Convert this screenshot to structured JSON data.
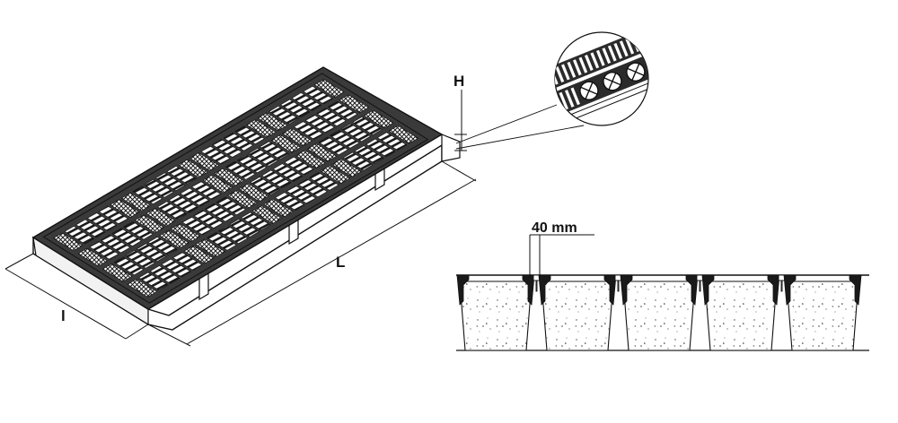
{
  "figure": {
    "labels": {
      "height": "H",
      "length": "L",
      "width": "l",
      "joint_gap": "40 mm"
    },
    "section_blocks_count": 5,
    "colors": {
      "line": "#111111",
      "background": "#ffffff",
      "grate_fill": "#3a3a3a",
      "concrete_fill": "#ffffff"
    }
  }
}
